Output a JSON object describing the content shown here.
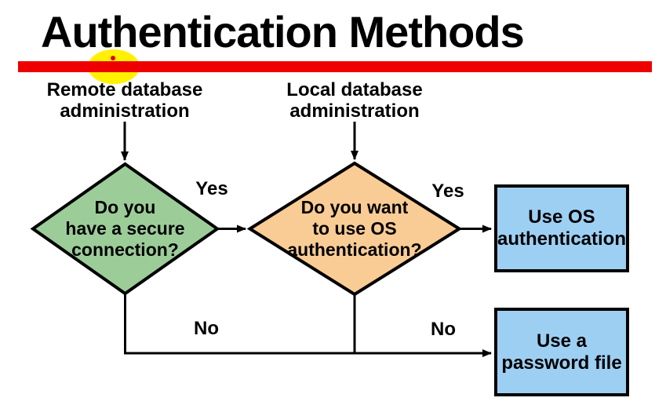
{
  "title": "Authentication Methods",
  "colors": {
    "underline_bar": "#EE0000",
    "highlight": "#FFF100",
    "pointer_dot": "#E00000",
    "decision_secure_fill": "#9CCD99",
    "decision_os_fill": "#FACC95",
    "action_fill": "#9DCFF3",
    "outline": "#000000"
  },
  "flowchart": {
    "entry_labels": {
      "remote": "Remote database\nadministration",
      "local": "Local database\nadministration"
    },
    "decisions": {
      "secure_connection": "Do you\nhave a secure\nconnection?",
      "os_authentication": "Do you want\nto use OS\nauthentication?"
    },
    "actions": {
      "os_authentication": "Use OS\nauthentication",
      "password_file": "Use a\npassword file"
    },
    "edge_labels": {
      "secure_yes": "Yes",
      "os_yes": "Yes",
      "secure_no": "No",
      "os_no": "No"
    }
  }
}
